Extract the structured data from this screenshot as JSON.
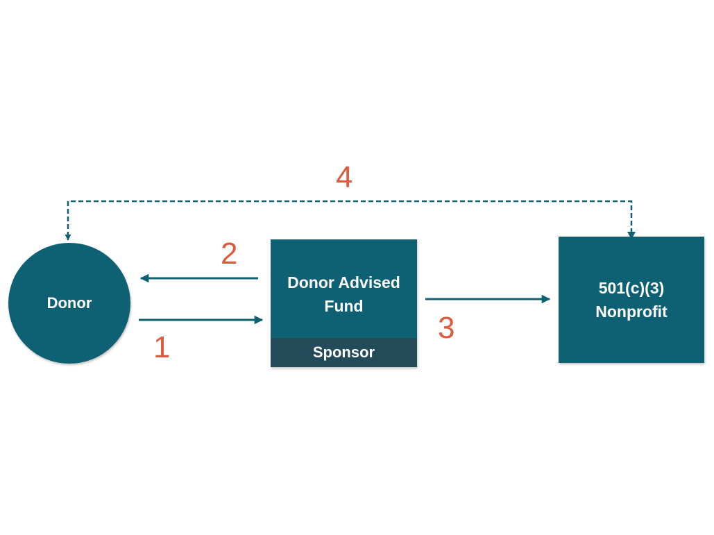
{
  "diagram": {
    "nodes": {
      "donor": {
        "label": "Donor"
      },
      "daf": {
        "title_lines": [
          "Donor Advised",
          "Fund"
        ],
        "sponsor": "Sponsor"
      },
      "nonprofit": {
        "title_lines": [
          "501(c)(3)",
          "Nonprofit"
        ]
      }
    },
    "steps": {
      "step1": "1",
      "step2": "2",
      "step3": "3",
      "step4": "4"
    },
    "edges": [
      {
        "from": "donor",
        "to": "daf",
        "label": "1",
        "style": "solid"
      },
      {
        "from": "daf",
        "to": "donor",
        "label": "2",
        "style": "solid"
      },
      {
        "from": "daf",
        "to": "nonprofit",
        "label": "3",
        "style": "solid"
      },
      {
        "from": "nonprofit",
        "to": "donor",
        "label": "4",
        "style": "dashed"
      }
    ],
    "colors": {
      "node": "#0e6173",
      "sponsor_band": "#244b5a",
      "arrow": "#0e6173",
      "step_number": "#de5a3f",
      "text": "#ffffff"
    }
  }
}
